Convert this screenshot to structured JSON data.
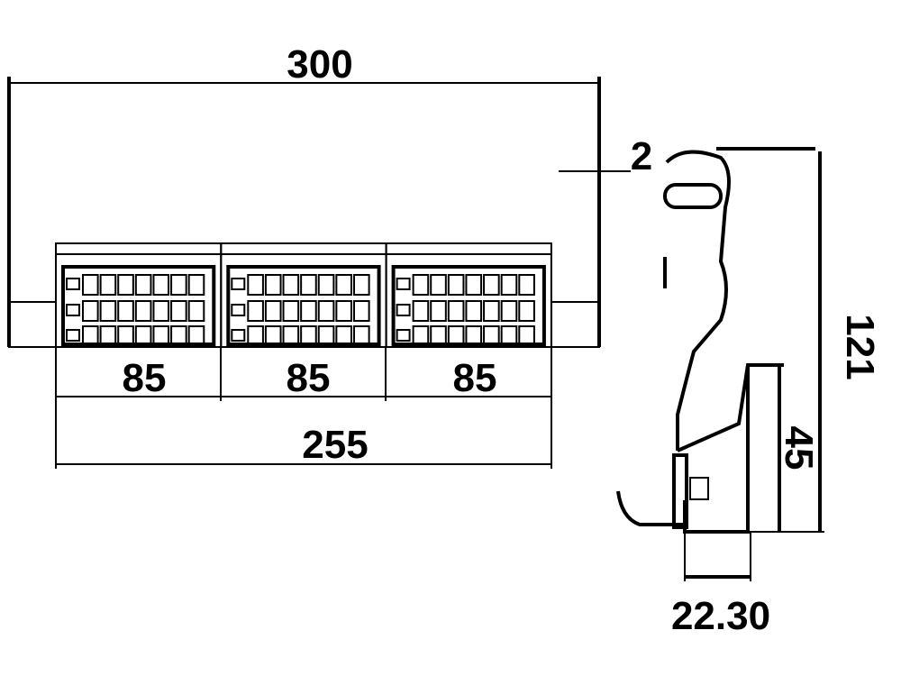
{
  "dimensions": {
    "overall_width": "300",
    "gap": "2",
    "module_1": "85",
    "module_2": "85",
    "module_3": "85",
    "modules_total": "255",
    "height": "121",
    "lower_height": "45",
    "depth": "22.30"
  },
  "module_count": 3,
  "terminal_rows": 3,
  "terminals_per_row": 7,
  "colors": {
    "line": "#000000",
    "background": "#ffffff"
  }
}
